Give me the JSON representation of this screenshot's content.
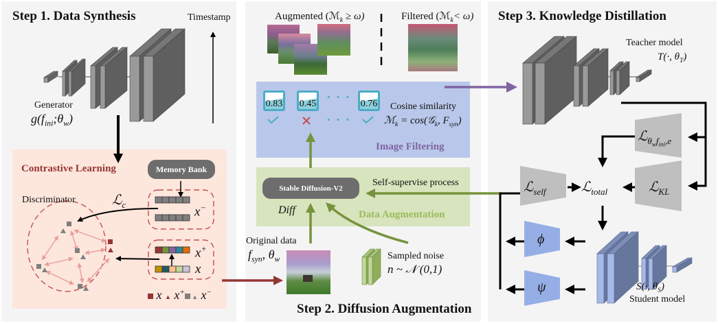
{
  "step1": {
    "title": "Step 1. Data Synthesis",
    "timestamp_label": "Timestamp",
    "generator_label": "Generator",
    "generator_formula": "g(f_ini;θ_w)",
    "contrastive": {
      "title": "Contrastive Learning",
      "memory_bank_label": "Memory Bank",
      "discriminator_label": "Discriminator",
      "loss_label": "ℒ_c",
      "x_neg_label": "x⁻",
      "x_pos_label": "x⁺",
      "x_label": "x",
      "legend": [
        "x",
        "x⁺",
        "x⁻"
      ],
      "x_pos_colors": [
        "#953735",
        "#77933c",
        "#8064a2",
        "#31859c",
        "#e46c0a"
      ],
      "x_colors": [
        "#c09100",
        "#215968",
        "#fac090",
        "#c3d69b",
        "#ccc1da"
      ]
    },
    "accent_color": "#c0504d"
  },
  "step2": {
    "title": "Step 2. Diffusion Augmentation",
    "augmented_label": "Augmented (ℳ",
    "augmented_cond": " ≥ ω)",
    "filtered_label": "Filtered (ℳ",
    "filtered_cond": "< ω)",
    "image_filtering": {
      "title": "Image Filtering",
      "scores": [
        "0.83",
        "0.45",
        "0.76"
      ],
      "decisions": [
        "accept",
        "reject",
        "accept"
      ],
      "ellipsis": "• • •",
      "cosine_label": "Cosine similarity",
      "cosine_formula": "ℳ_k = cos(𝒢_k, F_syn)",
      "bg_color": "#b9c8ea",
      "title_color": "#8064a2"
    },
    "data_augmentation": {
      "title": "Data Augmentation",
      "model_label": "Stable Diffusion-V2",
      "diff_label": "Diff",
      "self_supervise_label": "Self-supervise process",
      "bg_color": "#d7e4bd",
      "title_color": "#9bbb59"
    },
    "original_data_label": "Original data",
    "original_data_formula": "f_syn, θ_w",
    "noise_label": "Sampled noise",
    "noise_formula": "n ~ 𝒩 (0,1)"
  },
  "step3": {
    "title": "Step 3. Knowledge Distillation",
    "teacher_label": "Teacher model",
    "teacher_formula": "T(·, θ_T)",
    "loss_gen": "ℒ_θw,f_ini,e",
    "loss_self": "ℒ_self",
    "loss_total": "ℒ_total",
    "loss_kl": "ℒ_KL",
    "phi": "ϕ",
    "psi": "ψ",
    "student_formula": "S(·, θ_S)",
    "student_label": "Student model"
  }
}
